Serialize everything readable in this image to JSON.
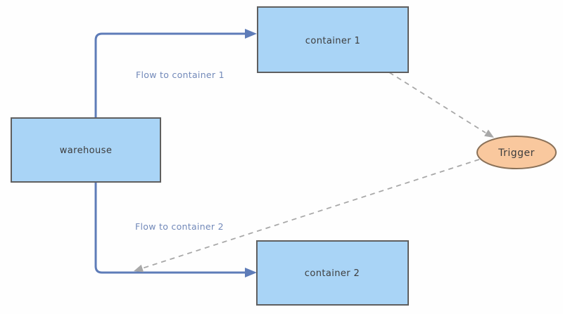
{
  "nodes": {
    "warehouse": {
      "label": "warehouse"
    },
    "container1": {
      "label": "container 1"
    },
    "container2": {
      "label": "container 2"
    },
    "trigger": {
      "label": "Trigger"
    }
  },
  "edges": {
    "flow1": {
      "label": "Flow to container 1"
    },
    "flow2": {
      "label": "Flow to container 2"
    }
  },
  "colors": {
    "background": "#FEFEFE",
    "node_fill": "#A9D4F6",
    "node_stroke": "#5F5F5F",
    "trigger_fill": "#F9C89E",
    "trigger_stroke": "#8A7158",
    "node_text": "#3D3D3D",
    "flow_line": "#5E7CB8",
    "flow_label": "#7289B9",
    "dashed_line": "#A8A8A8"
  }
}
